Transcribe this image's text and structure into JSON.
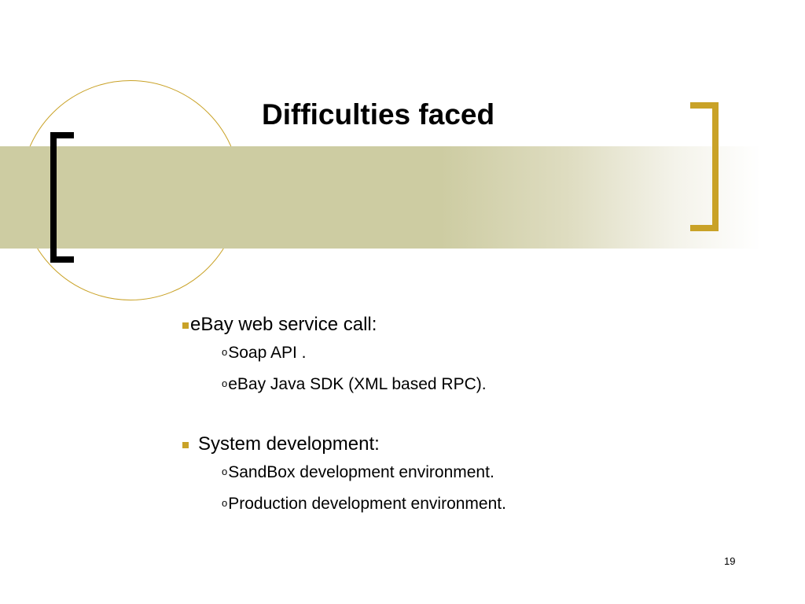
{
  "slide": {
    "title": "Difficulties faced",
    "page_number": "19",
    "accent_color": "#c9a227",
    "band_color": "#cdcca2"
  },
  "bullets": [
    {
      "text": "eBay web service call:",
      "marker_icon": "square-bullet-icon",
      "sub_items": [
        {
          "text": "Soap API .",
          "marker_icon": "hollow-circle-bullet-icon"
        },
        {
          "text": "eBay Java SDK (XML based RPC).",
          "marker_icon": "hollow-circle-bullet-icon"
        }
      ]
    },
    {
      "text": "System development:",
      "marker_icon": "square-bullet-icon",
      "sub_items": [
        {
          "text": "SandBox development environment.",
          "marker_icon": "hollow-circle-bullet-icon"
        },
        {
          "text": "Production development environment.",
          "marker_icon": "hollow-circle-bullet-icon"
        }
      ]
    }
  ],
  "sub_marker_glyph": "o"
}
